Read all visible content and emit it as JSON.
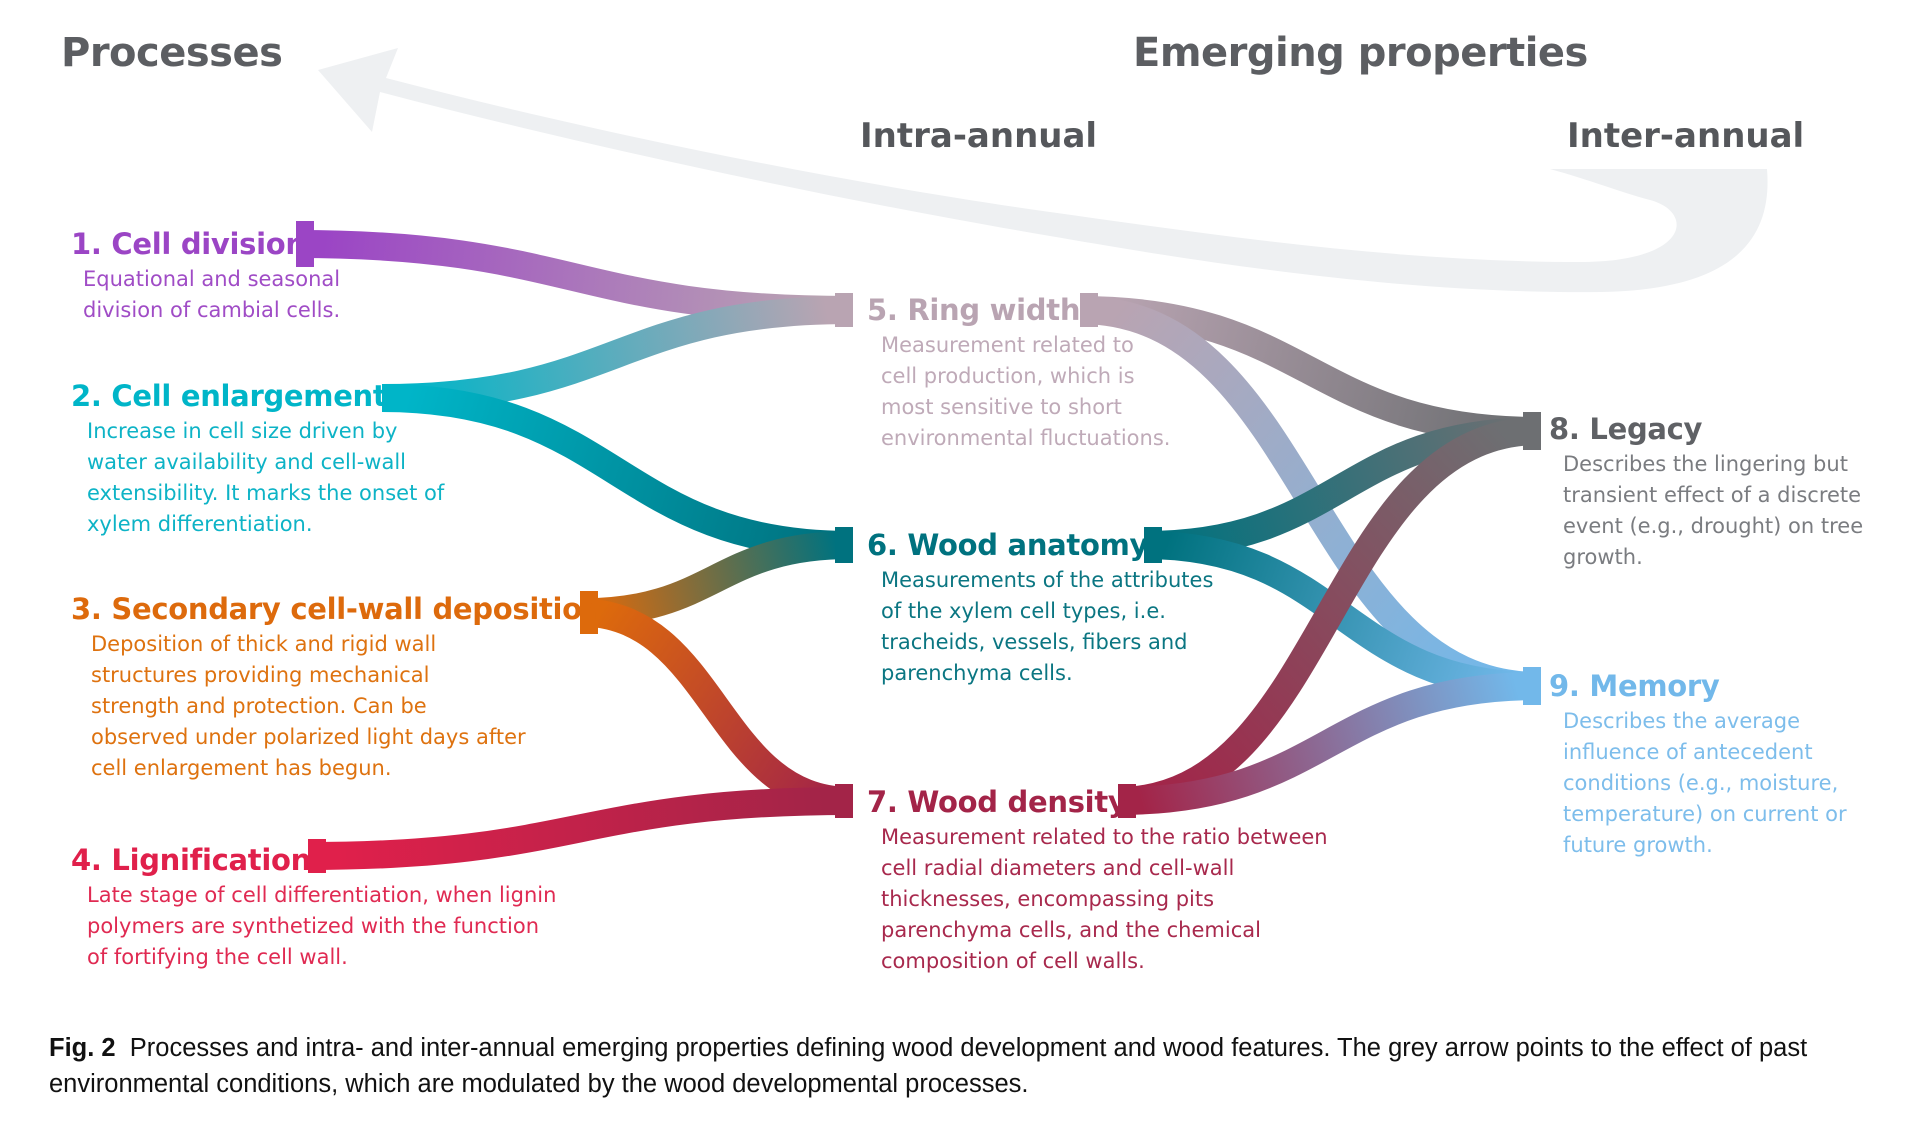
{
  "headers": {
    "processes": "Processes",
    "emerging_properties": "Emerging properties",
    "intra_annual": "Intra-annual",
    "inter_annual": "Inter-annual"
  },
  "colors": {
    "cell_division": "#9b45c5",
    "cell_enlargement": "#00b5c8",
    "secondary_wall": "#dd6a0c",
    "lignification": "#e0204b",
    "ring_width": "#b9a4b2",
    "wood_anatomy": "#00727f",
    "wood_density": "#a32448",
    "legacy": "#6d6f72",
    "memory": "#72b8ea",
    "arrow": "#eef0f2",
    "header": "#5c5e62"
  },
  "processes": [
    {
      "id": "cell_division",
      "title": "1. Cell division",
      "desc": [
        "Equational and seasonal",
        "division of cambial cells."
      ]
    },
    {
      "id": "cell_enlargement",
      "title": "2. Cell enlargement",
      "desc": [
        "Increase in cell size driven by",
        "water availability and cell-wall",
        "extensibility. It marks the onset of",
        "xylem differentiation."
      ]
    },
    {
      "id": "secondary_wall",
      "title": "3. Secondary cell-wall deposition",
      "desc": [
        "Deposition of thick and rigid wall",
        "structures providing mechanical",
        "strength and protection. Can be",
        "observed under polarized light days after",
        "cell enlargement has begun."
      ]
    },
    {
      "id": "lignification",
      "title": "4. Lignification",
      "desc": [
        "Late stage of cell differentiation, when lignin",
        "polymers are synthetized with the function",
        "of fortifying the cell wall."
      ]
    }
  ],
  "intra_annual": [
    {
      "id": "ring_width",
      "title": "5. Ring width",
      "desc": [
        "Measurement related to",
        "cell production, which is",
        "most sensitive to short",
        "environmental fluctuations."
      ]
    },
    {
      "id": "wood_anatomy",
      "title": "6. Wood anatomy",
      "desc": [
        "Measurements of the attributes",
        "of the xylem cell types, i.e.",
        "tracheids, vessels, fibers and",
        "parenchyma cells."
      ]
    },
    {
      "id": "wood_density",
      "title": "7. Wood density",
      "desc": [
        "Measurement related to the ratio between",
        "cell radial diameters and cell-wall",
        "thicknesses, encompassing pits",
        "parenchyma cells, and the chemical",
        "composition of cell walls."
      ]
    }
  ],
  "inter_annual": [
    {
      "id": "legacy",
      "title": "8. Legacy",
      "desc": [
        "Describes the lingering but",
        "transient effect of a discrete",
        "event (e.g., drought) on tree",
        "growth."
      ]
    },
    {
      "id": "memory",
      "title": "9. Memory",
      "desc": [
        "Describes the average",
        "influence of antecedent",
        "conditions (e.g., moisture,",
        "temperature) on current or",
        "future growth."
      ]
    }
  ],
  "links": [
    {
      "from": "cell_division",
      "to": "ring_width"
    },
    {
      "from": "cell_enlargement",
      "to": "ring_width"
    },
    {
      "from": "cell_enlargement",
      "to": "wood_anatomy"
    },
    {
      "from": "secondary_wall",
      "to": "wood_anatomy"
    },
    {
      "from": "secondary_wall",
      "to": "wood_density"
    },
    {
      "from": "lignification",
      "to": "wood_density"
    },
    {
      "from": "ring_width",
      "to": "legacy"
    },
    {
      "from": "ring_width",
      "to": "memory"
    },
    {
      "from": "wood_anatomy",
      "to": "legacy"
    },
    {
      "from": "wood_anatomy",
      "to": "memory"
    },
    {
      "from": "wood_density",
      "to": "legacy"
    },
    {
      "from": "wood_density",
      "to": "memory"
    }
  ],
  "caption": {
    "label": "Fig. 2",
    "text": "Processes and intra- and inter-annual emerging properties defining wood development and wood features. The grey arrow points to the effect of past environmental conditions, which are modulated by the wood developmental processes."
  }
}
